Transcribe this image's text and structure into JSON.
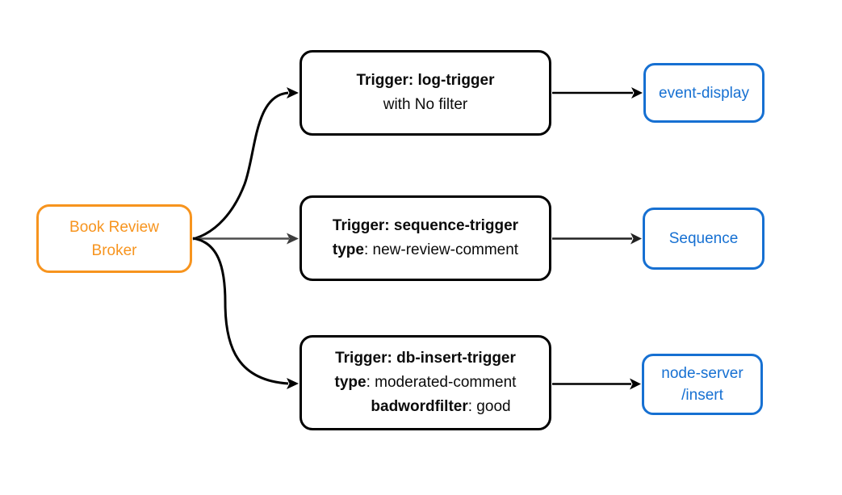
{
  "diagram": {
    "broker": {
      "label_line1": "Book Review",
      "label_line2": "Broker"
    },
    "triggers": [
      {
        "title": "Trigger: log-trigger",
        "lines": [
          {
            "bold": "",
            "text": "with No filter"
          }
        ]
      },
      {
        "title": "Trigger: sequence-trigger",
        "lines": [
          {
            "bold": "type",
            "text": ": new-review-comment"
          }
        ]
      },
      {
        "title": "Trigger: db-insert-trigger",
        "lines": [
          {
            "bold": "type",
            "text": ": moderated-comment"
          },
          {
            "bold": "badwordfilter",
            "text": ": good"
          }
        ]
      }
    ],
    "sinks": [
      {
        "lines": [
          "event-display"
        ]
      },
      {
        "lines": [
          "Sequence"
        ]
      },
      {
        "lines": [
          "node-server",
          "/insert"
        ]
      }
    ],
    "colors": {
      "broker_accent": "#F7941E",
      "trigger_stroke": "#000000",
      "sink_accent": "#1670D2",
      "edge_black": "#000000",
      "edge_gray": "#4d4d4d",
      "background": "#ffffff"
    }
  }
}
